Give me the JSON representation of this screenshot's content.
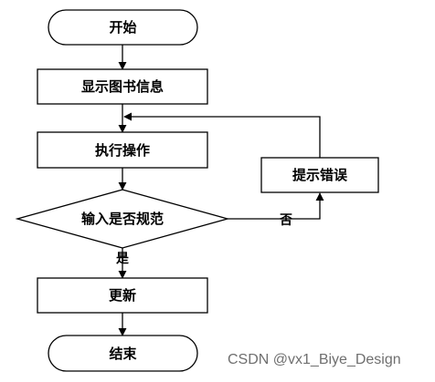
{
  "flowchart": {
    "nodes": {
      "start": "开始",
      "show_info": "显示图书信息",
      "do_action": "执行操作",
      "decision": "输入是否规范",
      "show_error": "提示错误",
      "update": "更新",
      "end": "结束"
    },
    "edges": {
      "yes": "是",
      "no": "否"
    }
  },
  "watermark": "CSDN @vx1_Biye_Design",
  "colors": {
    "stroke": "#000000",
    "fill": "#ffffff",
    "watermark": "#6f6f6f"
  }
}
